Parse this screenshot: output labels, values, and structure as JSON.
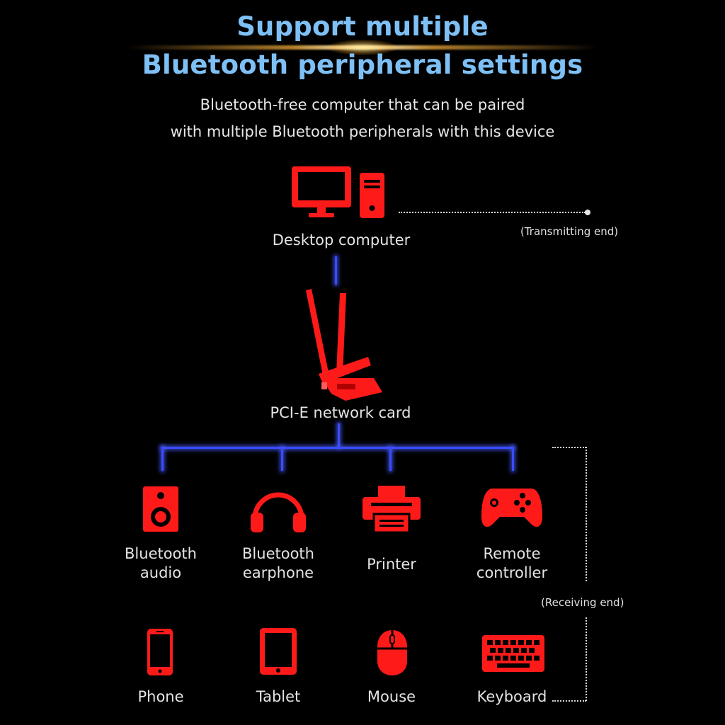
{
  "header": {
    "title_line1": "Support multiple",
    "title_line2": "Bluetooth peripheral settings",
    "subtitle_line1": "Bluetooth-free computer that can be paired",
    "subtitle_line2": "with multiple Bluetooth peripherals with this device"
  },
  "top": {
    "computer_label": "Desktop computer",
    "transmitting_note": "(Transmitting end)",
    "card_label": "PCI-E network card"
  },
  "receivers_row1": [
    {
      "line1": "Bluetooth",
      "line2": "audio",
      "icon": "speaker-icon"
    },
    {
      "line1": "Bluetooth",
      "line2": "earphone",
      "icon": "headphones-icon"
    },
    {
      "line1": "Printer",
      "line2": "",
      "icon": "printer-icon"
    },
    {
      "line1": "Remote",
      "line2": "controller",
      "icon": "gamepad-icon"
    }
  ],
  "receiving_note": "(Receiving end)",
  "receivers_row2": [
    {
      "label": "Phone",
      "icon": "phone-icon"
    },
    {
      "label": "Tablet",
      "icon": "tablet-icon"
    },
    {
      "label": "Mouse",
      "icon": "mouse-icon"
    },
    {
      "label": "Keyboard",
      "icon": "keyboard-icon"
    }
  ],
  "colors": {
    "title": "#7ec0f5",
    "icon": "#ff1a1a",
    "connector": "#3a4cff",
    "background": "#000000"
  }
}
